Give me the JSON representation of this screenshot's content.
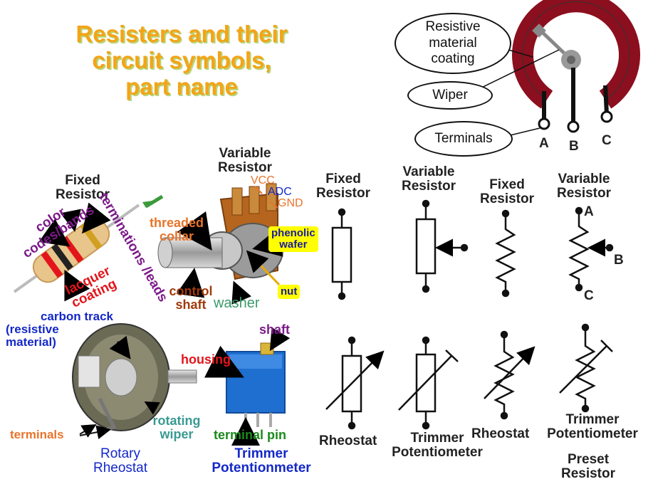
{
  "title": {
    "line1": "Resisters and their",
    "line2": "circuit symbols,",
    "line3": "part name"
  },
  "pot_diagram": {
    "coating_label_lines": [
      "Resistive",
      "material",
      "coating"
    ],
    "wiper_label": "Wiper",
    "terminals_label": "Terminals",
    "terminal_a": "A",
    "terminal_b": "B",
    "terminal_c": "C"
  },
  "fixed_resistor_photo": {
    "title_lines": [
      "Fixed",
      "Resistor"
    ],
    "leads_label": "terminations /leads",
    "bands_label_lines": [
      "color",
      "codes/bands"
    ],
    "lacquer_label_lines": [
      "lacquer",
      "coating"
    ]
  },
  "variable_resistor_photo": {
    "title_lines": [
      "Variable",
      "Resistor"
    ],
    "vcc": "VCC",
    "adc": "ADC",
    "gnd": "GND",
    "collar_lines": [
      "threaded",
      "collar"
    ],
    "phenolic_lines": [
      "phenolic",
      "wafer"
    ],
    "nut": "nut",
    "shaft_lines": [
      "control",
      "shaft"
    ],
    "washer": "washer"
  },
  "rheostat_photo": {
    "carbon_lines": [
      "carbon track",
      "(resistive",
      "material)"
    ],
    "terminals": "terminals",
    "wiper_lines": [
      "rotating",
      "wiper"
    ],
    "caption_lines": [
      "Rotary",
      "Rheostat"
    ]
  },
  "trimmer_photo": {
    "shaft": "shaft",
    "housing": "housing",
    "terminal_pin": "terminal pin",
    "caption_lines": [
      "Trimmer",
      "Potentionmeter"
    ]
  },
  "symbols": {
    "row1": [
      {
        "lines": [
          "Fixed",
          "Resistor"
        ]
      },
      {
        "lines": [
          "Variable",
          "Resistor"
        ]
      },
      {
        "lines": [
          "Fixed",
          "Resistor"
        ]
      },
      {
        "lines": [
          "Variable",
          "Resistor"
        ]
      }
    ],
    "var_a": "A",
    "var_b": "B",
    "var_c": "C",
    "row2": [
      {
        "lines": [
          "Rheostat"
        ]
      },
      {
        "lines": [
          "Trimmer",
          "Potentiometer"
        ]
      },
      {
        "lines": [
          "Rheostat"
        ]
      },
      {
        "lines": [
          "Trimmer",
          "Potentiometer"
        ]
      }
    ],
    "preset_lines": [
      "Preset",
      "Resistor"
    ]
  },
  "colors": {
    "title": "#f4a418",
    "coating": "#8b0f1e",
    "trimmer_body": "#1f6fd1"
  }
}
